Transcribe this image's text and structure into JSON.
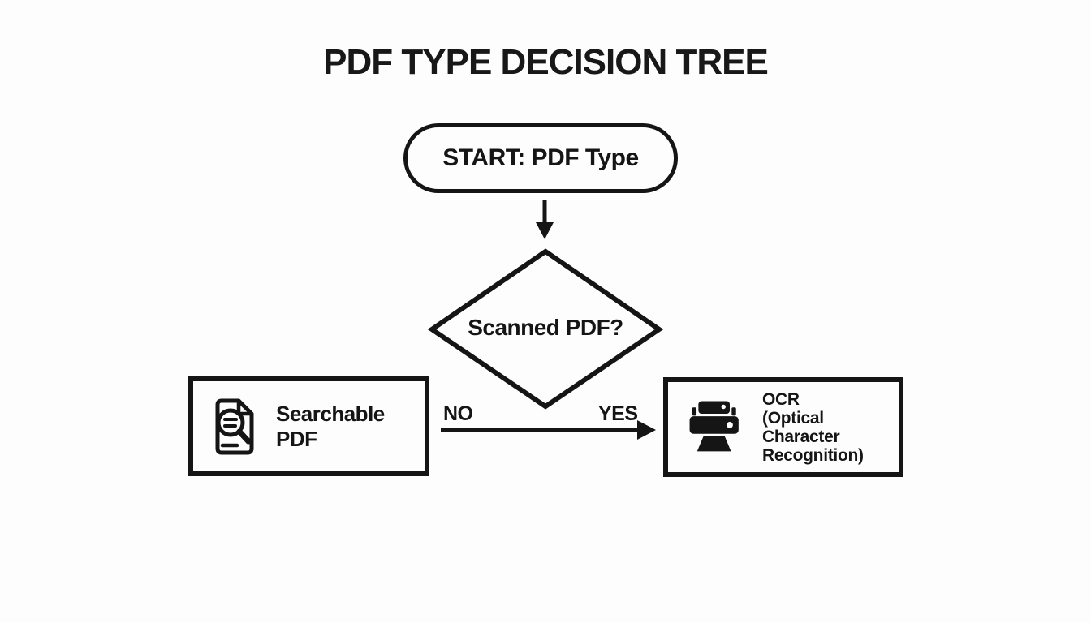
{
  "title": "PDF TYPE DECISION TREE",
  "colors": {
    "background": "#fdfdfd",
    "ink": "#151515"
  },
  "flowchart": {
    "start": {
      "label": "START: PDF Type"
    },
    "decision": {
      "label": "Scanned PDF?"
    },
    "no_branch": {
      "label": "NO",
      "node": {
        "label": "Searchable PDF",
        "icon": "document-search-icon"
      }
    },
    "yes_branch": {
      "label": "YES",
      "node": {
        "label": "OCR\n(Optical Character\nRecognition)",
        "icon": "printer-icon"
      }
    }
  }
}
